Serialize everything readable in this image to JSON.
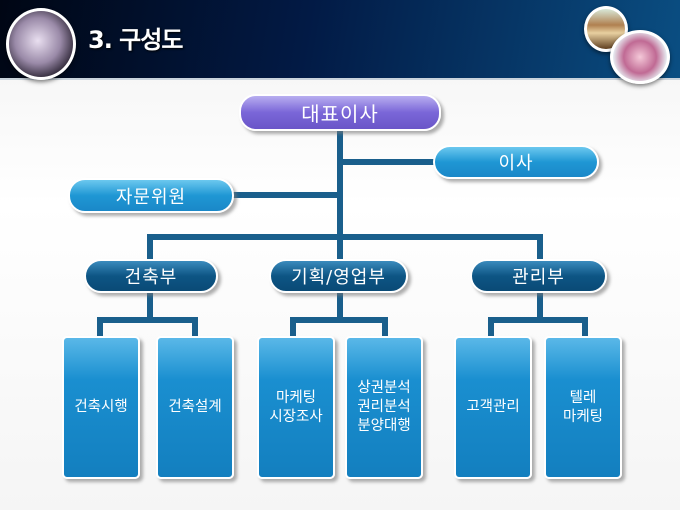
{
  "slide": {
    "title": "3. 구성도"
  },
  "org": {
    "ceo": "대표이사",
    "director": "이사",
    "advisor": "자문위원",
    "departments": [
      {
        "name": "건축부",
        "teams": [
          "건축시행",
          "건축설계"
        ]
      },
      {
        "name": "기획/영업부",
        "teams": [
          "마케팅\n시장조사",
          "상권분석\n권리분석\n분양대행"
        ]
      },
      {
        "name": "관리부",
        "teams": [
          "고객관리",
          "텔레\n마케팅"
        ]
      }
    ]
  },
  "colors": {
    "header": "#021a45",
    "line": "#1a5f8c",
    "dept": "#0d5584",
    "team": "#1a8fd0",
    "ceo": "#7a66d8"
  }
}
